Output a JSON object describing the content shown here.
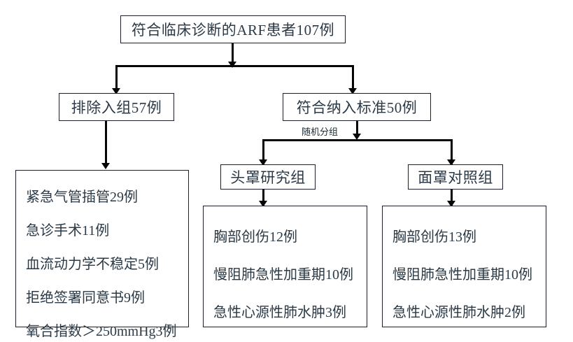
{
  "diagram": {
    "title": "ARF patient enrollment flowchart",
    "nodes": {
      "root": {
        "label": "符合临床诊断的ARF患者107例"
      },
      "excluded": {
        "label": "排除入组57例"
      },
      "included": {
        "label": "符合纳入标准50例"
      },
      "helmet_group": {
        "label": "头罩研究组"
      },
      "mask_group": {
        "label": "面罩对照组"
      }
    },
    "edge_labels": {
      "randomization": "随机分组"
    },
    "exclusion_reasons": [
      "紧急气管插管29例",
      "急诊手术11例",
      "血流动力学不稳定5例",
      "拒绝签署同意书9例",
      "氧合指数＞250mmHg3例"
    ],
    "helmet_group_details": [
      "胸部创伤12例",
      "慢阻肺急性加重期10例",
      "急性心源性肺水肿3例"
    ],
    "mask_group_details": [
      "胸部创伤13例",
      "慢阻肺急性加重期10例",
      "急性心源性肺水肿2例"
    ],
    "colors": {
      "border": "#1d1d2b",
      "connector": "#050505",
      "text": "#2b3a46",
      "background": "#ffffff"
    }
  }
}
